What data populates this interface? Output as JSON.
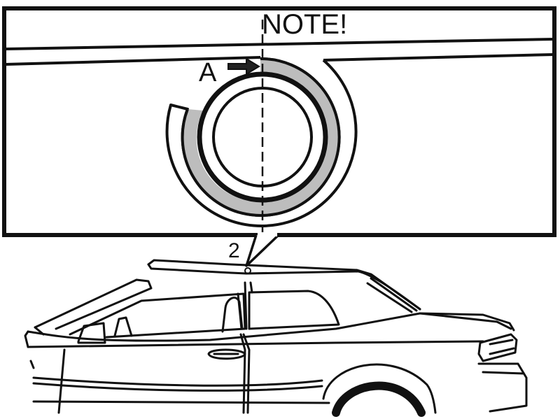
{
  "labels": {
    "note": "NOTE!",
    "callout_a": "A",
    "callout_2": "2"
  },
  "colors": {
    "ink": "#111111",
    "highlight": "#bdbdbd",
    "background": "#ffffff"
  }
}
